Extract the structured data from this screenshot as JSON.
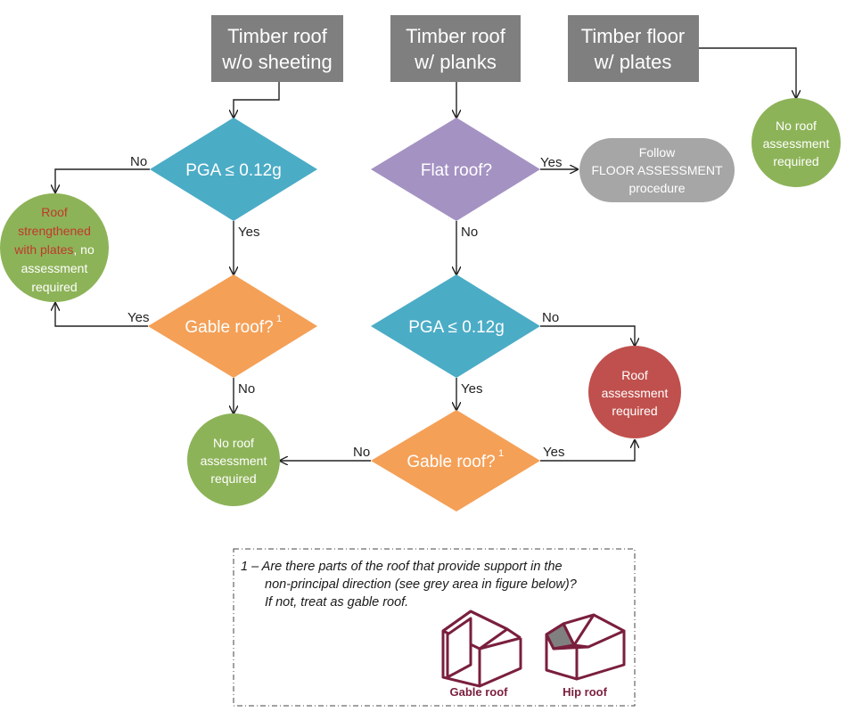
{
  "colors": {
    "grey_box": "#7f7f7f",
    "blue_diamond": "#4bacc6",
    "purple_diamond": "#a492c3",
    "orange_diamond": "#f4a057",
    "green_circle": "#8db358",
    "red_circle": "#c0504d",
    "grey_pill": "#a6a6a6",
    "roof_icon": "#7a1f3d"
  },
  "starts": {
    "timber_roof_wo_sheeting": [
      "Timber roof",
      "w/o sheeting"
    ],
    "timber_roof_w_planks": [
      "Timber roof",
      "w/ planks"
    ],
    "timber_floor_w_plates": [
      "Timber floor",
      "w/ plates"
    ]
  },
  "decisions": {
    "pga_left": "PGA ≤ 0.12g",
    "gable_left": "Gable roof?",
    "gable_left_sup": "1",
    "flat_roof": "Flat roof?",
    "pga_mid": "PGA ≤ 0.12g",
    "gable_mid": "Gable roof?",
    "gable_mid_sup": "1"
  },
  "outcomes": {
    "no_assessment_top": [
      "No roof",
      "assessment",
      "required"
    ],
    "roof_strengthened": {
      "line1": "Roof",
      "line2": "strengthened",
      "line3a": "with plates",
      "line3b": ", no",
      "line4": "assessment",
      "line5": "required"
    },
    "follow_floor": [
      "Follow",
      "FLOOR ASSESSMENT",
      "procedure"
    ],
    "roof_assessment": [
      "Roof",
      "assessment",
      "required"
    ],
    "no_assessment_bottom": [
      "No roof",
      "assessment",
      "required"
    ]
  },
  "edge_labels": {
    "no": "No",
    "yes": "Yes"
  },
  "note": {
    "line1": "1 – Are there parts of the roof that provide support in the",
    "line2": "non-principal direction (see grey area in figure below)?",
    "line3": "If not, treat as gable roof.",
    "gable_label": "Gable roof",
    "hip_label": "Hip roof"
  }
}
